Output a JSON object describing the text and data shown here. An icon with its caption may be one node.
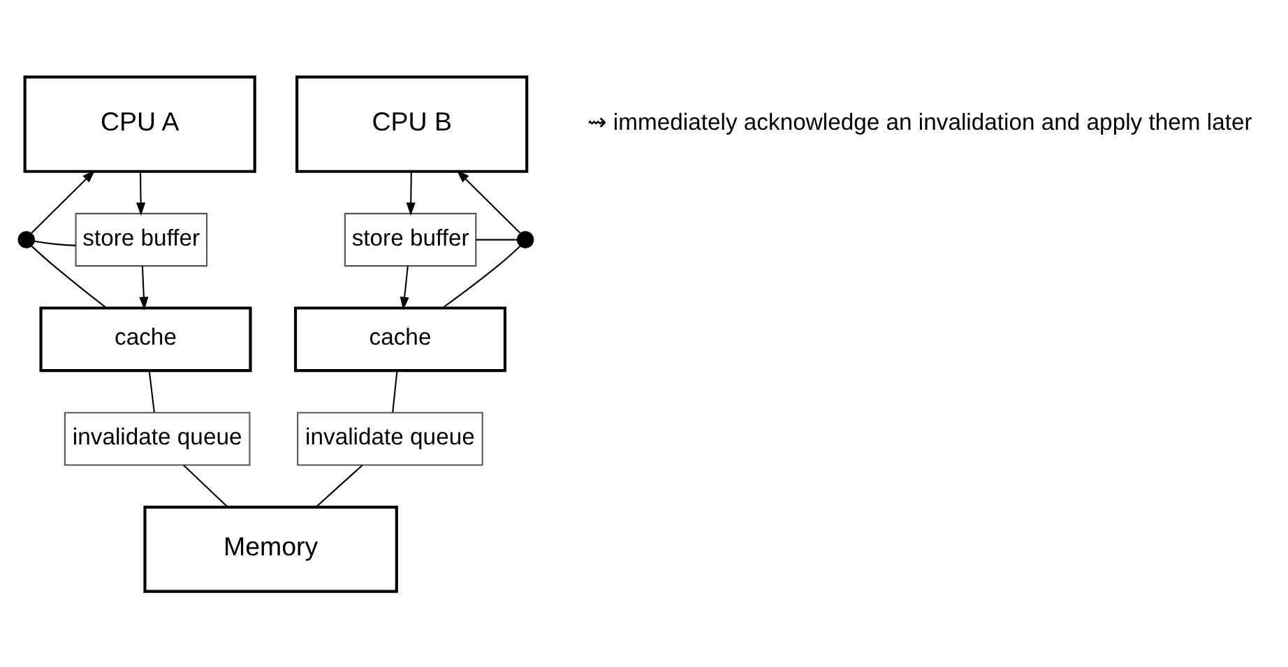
{
  "diagram": {
    "nodes": [
      {
        "text": [
          "CPU A"
        ]
      },
      {
        "text": [
          "CPU B"
        ]
      },
      {
        "text": [],
        "shape": "circle"
      },
      {
        "text": [
          "store buffer"
        ]
      },
      {
        "text": [],
        "shape": "circle"
      },
      {
        "text": [
          "store buffer"
        ]
      },
      {
        "text": [
          "cache"
        ]
      },
      {
        "text": [
          "cache"
        ]
      },
      {
        "text": [
          "invalidate queue"
        ]
      },
      {
        "text": [
          "invalidate queue"
        ]
      },
      {
        "text": [
          "Memory"
        ]
      }
    ],
    "edges": [
      {
        "from": 0,
        "to": 3,
        "arrow": "to"
      },
      {
        "from": 3,
        "to": 6,
        "arrow": "to"
      },
      {
        "from": 6,
        "to": 2,
        "arrow": "none"
      },
      {
        "from": 2,
        "to": 0,
        "arrow": "to"
      },
      {
        "from": 3,
        "to": 2,
        "arrow": "none"
      },
      {
        "from": 1,
        "to": 5,
        "arrow": "to"
      },
      {
        "from": 5,
        "to": 7,
        "arrow": "to"
      },
      {
        "from": 7,
        "to": 4,
        "arrow": "none"
      },
      {
        "from": 4,
        "to": 1,
        "arrow": "to"
      },
      {
        "from": 5,
        "to": 4,
        "arrow": "none"
      },
      {
        "from": 6,
        "to": 8,
        "arrow": "none"
      },
      {
        "from": 7,
        "to": 9,
        "arrow": "none"
      },
      {
        "from": 8,
        "to": 10,
        "arrow": "none"
      },
      {
        "from": 9,
        "to": 10,
        "arrow": "none"
      }
    ],
    "labels": [
      "⇝ immediately acknowledge an invalidation and apply them later"
    ]
  }
}
